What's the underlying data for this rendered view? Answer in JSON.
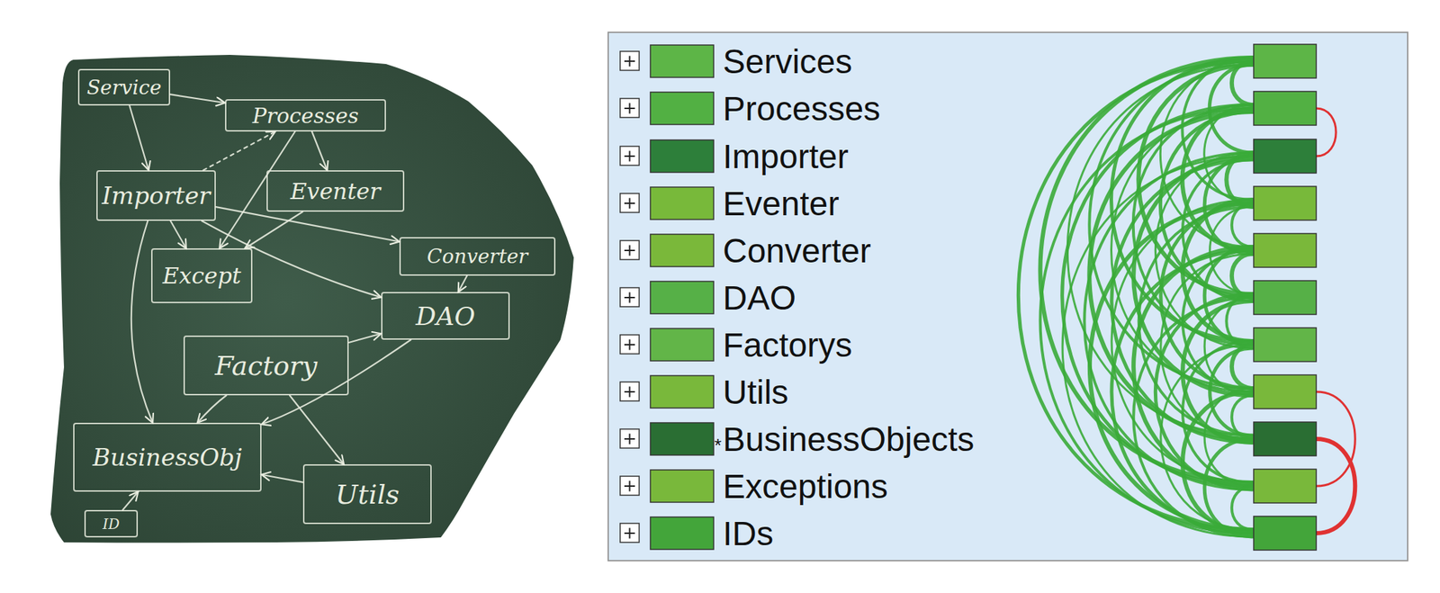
{
  "diagram": {
    "nodes": [
      {
        "text": [
          "Service"
        ]
      },
      {
        "text": [
          "Processes"
        ]
      },
      {
        "text": [
          "Importer"
        ]
      },
      {
        "text": [
          "Eventer"
        ]
      },
      {
        "text": [
          "Converter"
        ]
      },
      {
        "text": [
          "Except"
        ]
      },
      {
        "text": [
          "DAO"
        ]
      },
      {
        "text": [
          "Factory"
        ]
      },
      {
        "text": [
          "BusinessObj"
        ]
      },
      {
        "text": [
          "Utils"
        ]
      },
      {
        "text": [
          "ID"
        ]
      },
      {
        "text": [
          "Services"
        ]
      },
      {
        "text": [
          "Processes"
        ]
      },
      {
        "text": [
          "Importer"
        ]
      },
      {
        "text": [
          "Eventer"
        ]
      },
      {
        "text": [
          "Converter"
        ]
      },
      {
        "text": [
          "DAO"
        ]
      },
      {
        "text": [
          "Factorys"
        ]
      },
      {
        "text": [
          "Utils"
        ]
      },
      {
        "text": [
          "BusinessObjects"
        ]
      },
      {
        "text": [
          "Exceptions"
        ]
      },
      {
        "text": [
          "IDs"
        ]
      }
    ],
    "edges": [
      {
        "from": 0,
        "to": 1,
        "arrow": "to"
      },
      {
        "from": 0,
        "to": 2,
        "arrow": "to"
      },
      {
        "from": 1,
        "to": 3,
        "arrow": "to"
      },
      {
        "from": 1,
        "to": 5,
        "arrow": "to"
      },
      {
        "from": 2,
        "to": 1,
        "arrow": "to"
      },
      {
        "from": 2,
        "to": 5,
        "arrow": "to"
      },
      {
        "from": 2,
        "to": 4,
        "arrow": "to"
      },
      {
        "from": 2,
        "to": 6,
        "arrow": "to"
      },
      {
        "from": 2,
        "to": 8,
        "arrow": "to"
      },
      {
        "from": 3,
        "to": 5,
        "arrow": "to"
      },
      {
        "from": 4,
        "to": 6,
        "arrow": "to"
      },
      {
        "from": 7,
        "to": 6,
        "arrow": "to"
      },
      {
        "from": 7,
        "to": 8,
        "arrow": "to"
      },
      {
        "from": 7,
        "to": 9,
        "arrow": "to"
      },
      {
        "from": 6,
        "to": 8,
        "arrow": "to"
      },
      {
        "from": 9,
        "to": 8,
        "arrow": "to"
      },
      {
        "from": 10,
        "to": 8,
        "arrow": "to"
      }
    ],
    "labels": [
      "*"
    ]
  }
}
